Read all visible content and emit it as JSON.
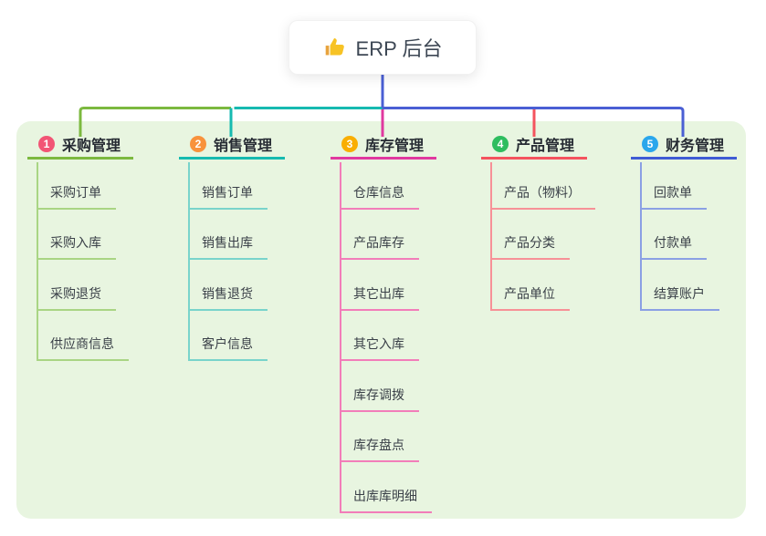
{
  "root": {
    "label": "ERP 后台",
    "icon": "thumbs-up-icon",
    "icon_color": "#f7c325",
    "text_color": "#3d4754"
  },
  "panel": {
    "background": "#e8f5e0"
  },
  "connectors": {
    "root_line": "#4a5fd4",
    "bus_green": "#7cb93f",
    "bus_teal": "#16bab0",
    "bus_blue": "#4a5fd4",
    "drop_magenta": "#e0389f",
    "drop_red": "#f4535e"
  },
  "branches": [
    {
      "number": "1",
      "label": "采购管理",
      "badge_color": "#f25575",
      "line_color": "#7cb93f",
      "child_line_color": "#a9d584",
      "children": [
        "采购订单",
        "采购入库",
        "采购退货",
        "供应商信息"
      ]
    },
    {
      "number": "2",
      "label": "销售管理",
      "badge_color": "#f8923c",
      "line_color": "#16bab0",
      "child_line_color": "#79d4cb",
      "children": [
        "销售订单",
        "销售出库",
        "销售退货",
        "客户信息"
      ]
    },
    {
      "number": "3",
      "label": "库存管理",
      "badge_color": "#f9ae02",
      "line_color": "#e0389f",
      "child_line_color": "#f27db9",
      "children": [
        "仓库信息",
        "产品库存",
        "其它出库",
        "其它入库",
        "库存调拨",
        "库存盘点",
        "出库库明细"
      ]
    },
    {
      "number": "4",
      "label": "产品管理",
      "badge_color": "#2ebd5f",
      "line_color": "#f4535e",
      "child_line_color": "#f79197",
      "children": [
        "产品（物料）",
        "产品分类",
        "产品单位"
      ]
    },
    {
      "number": "5",
      "label": "财务管理",
      "badge_color": "#2aa7ec",
      "line_color": "#3f5bd5",
      "child_line_color": "#8ba0e4",
      "children": [
        "回款单",
        "付款单",
        "结算账户"
      ]
    }
  ]
}
